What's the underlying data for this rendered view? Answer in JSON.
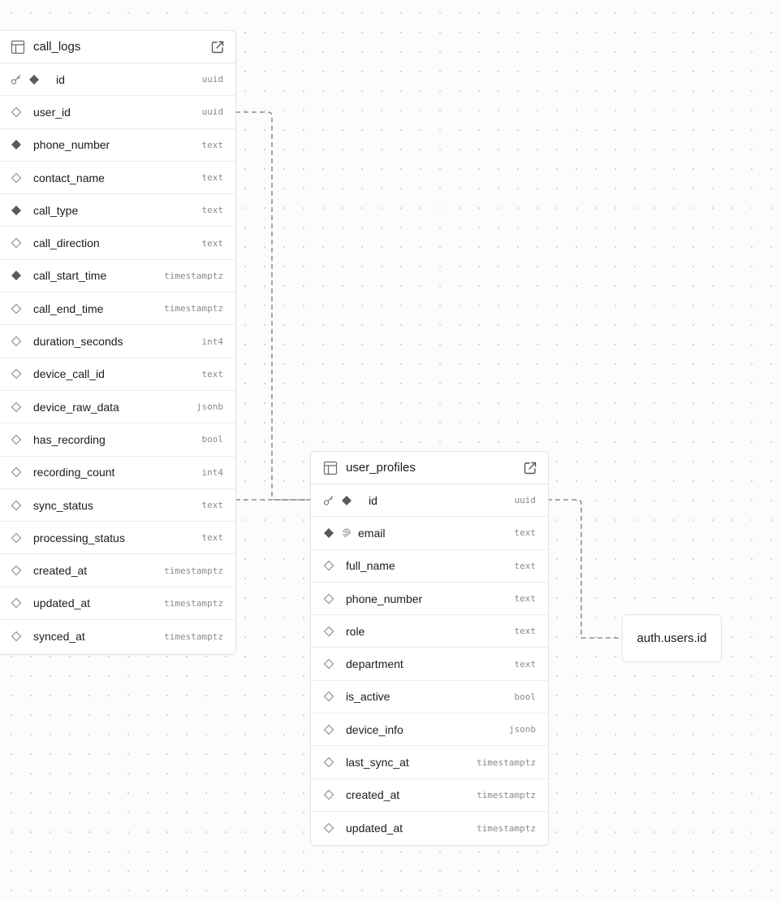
{
  "tables": [
    {
      "name": "call_logs",
      "columns": [
        {
          "name": "id",
          "type": "uuid",
          "key": "primary",
          "nullable": false,
          "unique": false
        },
        {
          "name": "user_id",
          "type": "uuid",
          "key": "none",
          "nullable": true,
          "unique": false
        },
        {
          "name": "phone_number",
          "type": "text",
          "key": "none",
          "nullable": false,
          "unique": false
        },
        {
          "name": "contact_name",
          "type": "text",
          "key": "none",
          "nullable": true,
          "unique": false
        },
        {
          "name": "call_type",
          "type": "text",
          "key": "none",
          "nullable": false,
          "unique": false
        },
        {
          "name": "call_direction",
          "type": "text",
          "key": "none",
          "nullable": true,
          "unique": false
        },
        {
          "name": "call_start_time",
          "type": "timestamptz",
          "key": "none",
          "nullable": false,
          "unique": false
        },
        {
          "name": "call_end_time",
          "type": "timestamptz",
          "key": "none",
          "nullable": true,
          "unique": false
        },
        {
          "name": "duration_seconds",
          "type": "int4",
          "key": "none",
          "nullable": true,
          "unique": false
        },
        {
          "name": "device_call_id",
          "type": "text",
          "key": "none",
          "nullable": true,
          "unique": false
        },
        {
          "name": "device_raw_data",
          "type": "jsonb",
          "key": "none",
          "nullable": true,
          "unique": false
        },
        {
          "name": "has_recording",
          "type": "bool",
          "key": "none",
          "nullable": true,
          "unique": false
        },
        {
          "name": "recording_count",
          "type": "int4",
          "key": "none",
          "nullable": true,
          "unique": false
        },
        {
          "name": "sync_status",
          "type": "text",
          "key": "none",
          "nullable": true,
          "unique": false
        },
        {
          "name": "processing_status",
          "type": "text",
          "key": "none",
          "nullable": true,
          "unique": false
        },
        {
          "name": "created_at",
          "type": "timestamptz",
          "key": "none",
          "nullable": true,
          "unique": false
        },
        {
          "name": "updated_at",
          "type": "timestamptz",
          "key": "none",
          "nullable": true,
          "unique": false
        },
        {
          "name": "synced_at",
          "type": "timestamptz",
          "key": "none",
          "nullable": true,
          "unique": false
        }
      ]
    },
    {
      "name": "user_profiles",
      "columns": [
        {
          "name": "id",
          "type": "uuid",
          "key": "primary",
          "nullable": false,
          "unique": false
        },
        {
          "name": "email",
          "type": "text",
          "key": "none",
          "nullable": false,
          "unique": true
        },
        {
          "name": "full_name",
          "type": "text",
          "key": "none",
          "nullable": true,
          "unique": false
        },
        {
          "name": "phone_number",
          "type": "text",
          "key": "none",
          "nullable": true,
          "unique": false
        },
        {
          "name": "role",
          "type": "text",
          "key": "none",
          "nullable": true,
          "unique": false
        },
        {
          "name": "department",
          "type": "text",
          "key": "none",
          "nullable": true,
          "unique": false
        },
        {
          "name": "is_active",
          "type": "bool",
          "key": "none",
          "nullable": true,
          "unique": false
        },
        {
          "name": "device_info",
          "type": "jsonb",
          "key": "none",
          "nullable": true,
          "unique": false
        },
        {
          "name": "last_sync_at",
          "type": "timestamptz",
          "key": "none",
          "nullable": true,
          "unique": false
        },
        {
          "name": "created_at",
          "type": "timestamptz",
          "key": "none",
          "nullable": true,
          "unique": false
        },
        {
          "name": "updated_at",
          "type": "timestamptz",
          "key": "none",
          "nullable": true,
          "unique": false
        }
      ]
    }
  ],
  "external_ref": {
    "label": "auth.users.id"
  },
  "icons": {
    "table": "table-icon",
    "open": "external-link-icon",
    "primary_key": "key-icon",
    "not_null": "filled-diamond-icon",
    "nullable": "outline-diamond-icon",
    "unique": "fingerprint-icon"
  },
  "colors": {
    "canvas": "#fcfcfc",
    "dots": "#d4d4d4",
    "card": "#ffffff",
    "border": "#e3e3e3",
    "text": "#1c1c1c",
    "type_text": "#8a8a8a",
    "icon": "#5a5a5a",
    "connector": "#8f8f8f"
  }
}
